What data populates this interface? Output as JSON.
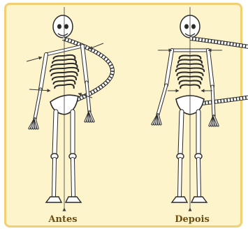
{
  "figure": {
    "captions": {
      "before": "Antes",
      "after": "Depois"
    },
    "colors": {
      "background": "#fdf4cc",
      "border": "#f1cf72",
      "bone": "#ffffff",
      "outline": "#2a2a2a",
      "guide": "#3a3a3a",
      "caption": "#6b4f12"
    },
    "skeletons": [
      {
        "id": "before",
        "posture": "misaligned"
      },
      {
        "id": "after",
        "posture": "aligned"
      }
    ]
  }
}
